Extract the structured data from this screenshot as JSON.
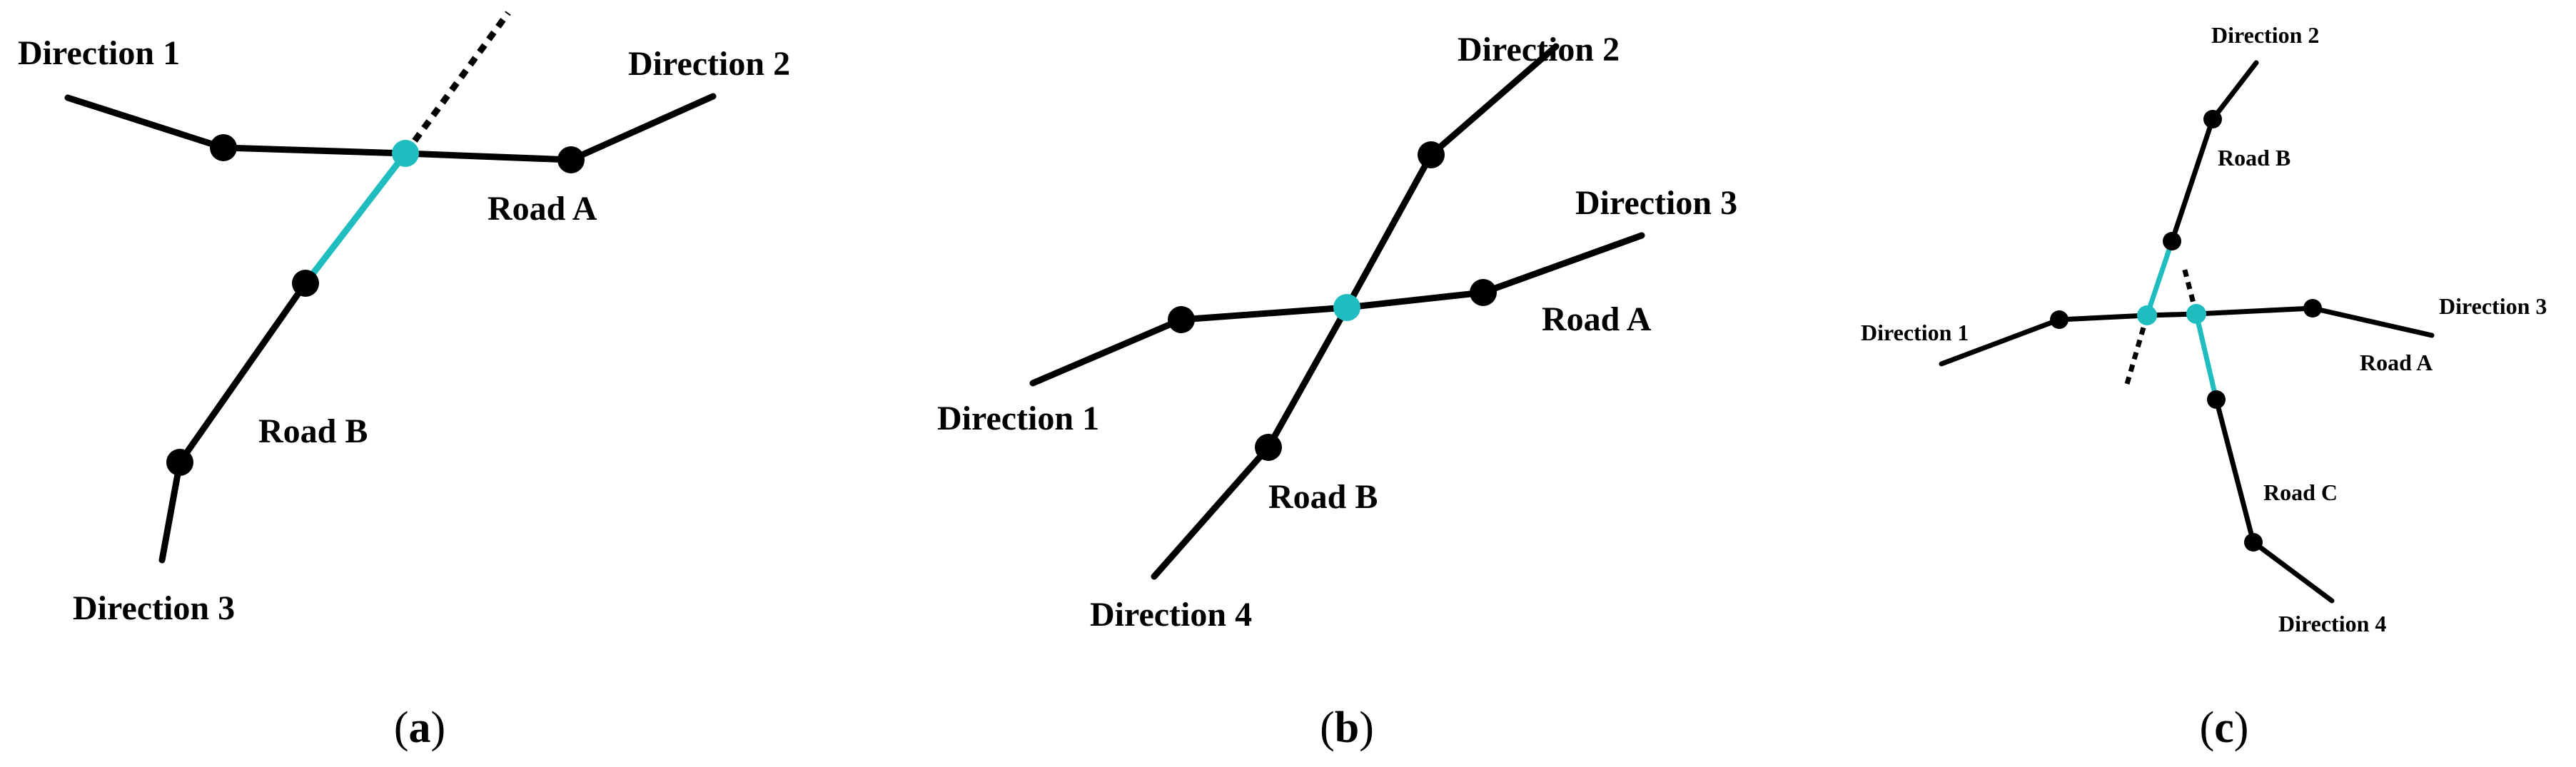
{
  "colors": {
    "road": "#000000",
    "highlight": "#1fbcc0",
    "background": "#ffffff"
  },
  "panels": [
    {
      "id": "a",
      "caption": {
        "open": "(",
        "letter": "a",
        "close": ")"
      },
      "labels": {
        "direction_1": "Direction 1",
        "direction_2": "Direction 2",
        "direction_3": "Direction 3",
        "road_a": "Road A",
        "road_b": "Road B"
      }
    },
    {
      "id": "b",
      "caption": {
        "open": "(",
        "letter": "b",
        "close": ")"
      },
      "labels": {
        "direction_1": "Direction 1",
        "direction_2": "Direction 2",
        "direction_3": "Direction 3",
        "direction_4": "Direction 4",
        "road_a": "Road A",
        "road_b": "Road B"
      }
    },
    {
      "id": "c",
      "caption": {
        "open": "(",
        "letter": "c",
        "close": ")"
      },
      "labels": {
        "direction_1": "Direction 1",
        "direction_2": "Direction 2",
        "direction_3": "Direction 3",
        "direction_4": "Direction 4",
        "road_a": "Road A",
        "road_b": "Road B",
        "road_c": "Road C"
      }
    }
  ]
}
